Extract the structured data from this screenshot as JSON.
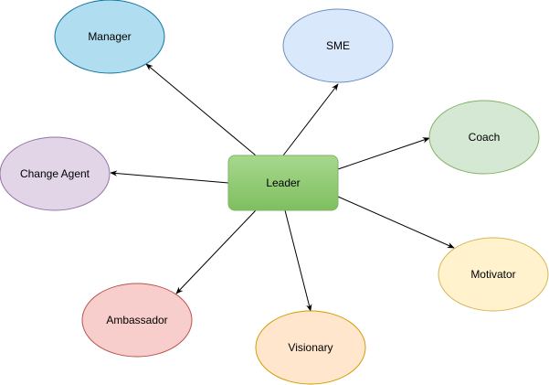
{
  "center": {
    "label": "Leader",
    "fill": "#a7d88d",
    "fill_dark": "#7fbf60",
    "stroke": "#82b366"
  },
  "nodes": [
    {
      "id": "manager",
      "label": "Manager",
      "fill": "#b1ddf0",
      "stroke": "#10739e"
    },
    {
      "id": "sme",
      "label": "SME",
      "fill": "#dae8fc",
      "stroke": "#6c8ebf"
    },
    {
      "id": "coach",
      "label": "Coach",
      "fill": "#d5e8d4",
      "stroke": "#82b366"
    },
    {
      "id": "motivator",
      "label": "Motivator",
      "fill": "#fff2cc",
      "stroke": "#d6b656"
    },
    {
      "id": "visionary",
      "label": "Visionary",
      "fill": "#ffe6cc",
      "stroke": "#d79b00"
    },
    {
      "id": "ambassador",
      "label": "Ambassador",
      "fill": "#f8cecc",
      "stroke": "#b85450"
    },
    {
      "id": "change-agent",
      "label": "Change Agent",
      "fill": "#e1d5e7",
      "stroke": "#9673a6"
    }
  ],
  "edge_color": "#000000"
}
